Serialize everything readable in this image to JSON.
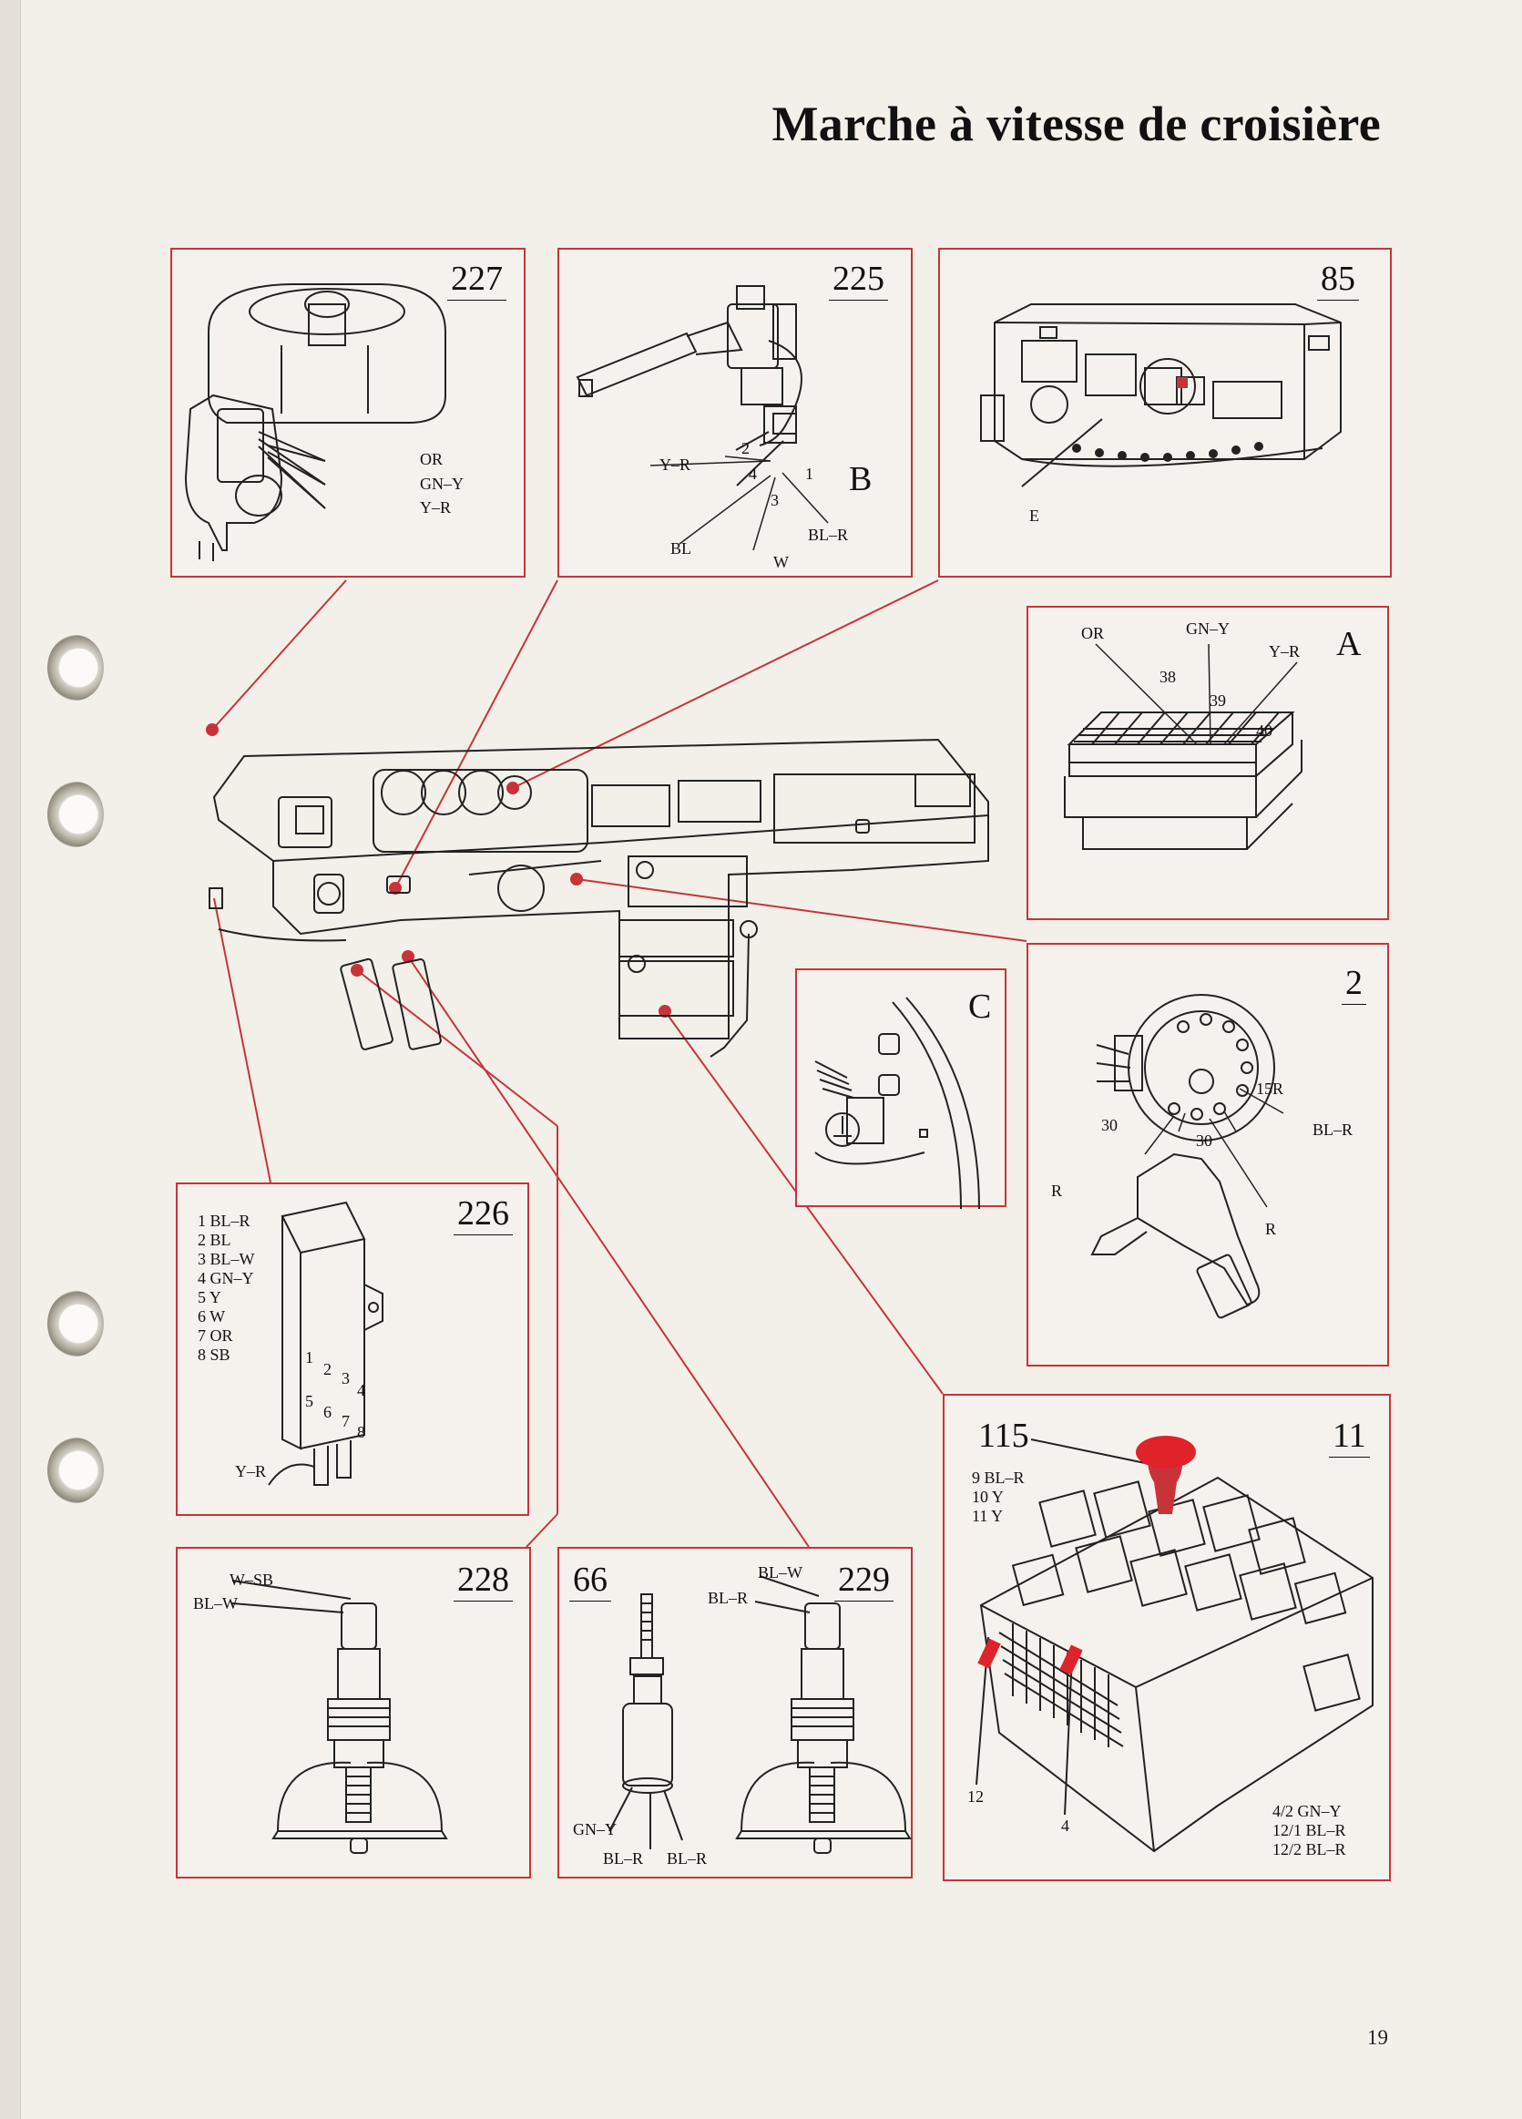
{
  "title": "Marche à vitesse de croisière",
  "page_number": "19",
  "panels": {
    "p227": {
      "id": "227",
      "wires": [
        "OR",
        "GN–Y",
        "Y–R"
      ]
    },
    "p225": {
      "id": "225",
      "letter": "B",
      "pins": [
        "2",
        "4",
        "1",
        "3"
      ],
      "wires": {
        "yr": "Y–R",
        "bl": "BL",
        "w": "W",
        "blr": "BL–R"
      }
    },
    "p85": {
      "id": "85",
      "letter": "E"
    },
    "pA": {
      "letter": "A",
      "wires": [
        "OR",
        "GN–Y",
        "Y–R"
      ],
      "pins": [
        "38",
        "39",
        "40"
      ]
    },
    "pC": {
      "letter": "C"
    },
    "p2": {
      "id": "2",
      "labels": {
        "r15": "15R",
        "blr": "BL–R",
        "t30a": "30",
        "t30b": "30",
        "ra": "R",
        "rb": "R"
      }
    },
    "p226": {
      "id": "226",
      "wires": [
        "1 BL–R",
        "2 BL",
        "3 BL–W",
        "4 GN–Y",
        "5 Y",
        "6 W",
        "7 OR",
        "8 SB"
      ],
      "pins": [
        "1",
        "2",
        "3",
        "4",
        "5",
        "6",
        "7",
        "8"
      ],
      "lead": "Y–R"
    },
    "p228": {
      "id": "228",
      "wires": [
        "W–SB",
        "BL–W"
      ]
    },
    "p66_229": {
      "id_a": "66",
      "id_b": "229",
      "wires_a": [
        "GN–Y",
        "BL–R",
        "BL–R"
      ],
      "wires_b": [
        "BL–W",
        "BL–R"
      ]
    },
    "p11": {
      "id": "11",
      "relay": "115",
      "relay_wires": [
        "9  BL–R",
        "10  Y",
        "11  Y"
      ],
      "fuses": [
        "12",
        "4"
      ],
      "fuse_wires": [
        "4/2  GN–Y",
        "12/1  BL–R",
        "12/2  BL–R"
      ]
    }
  },
  "colors": {
    "accent": "#c8333a",
    "ink": "#111111",
    "paper": "#f3f0ea"
  }
}
